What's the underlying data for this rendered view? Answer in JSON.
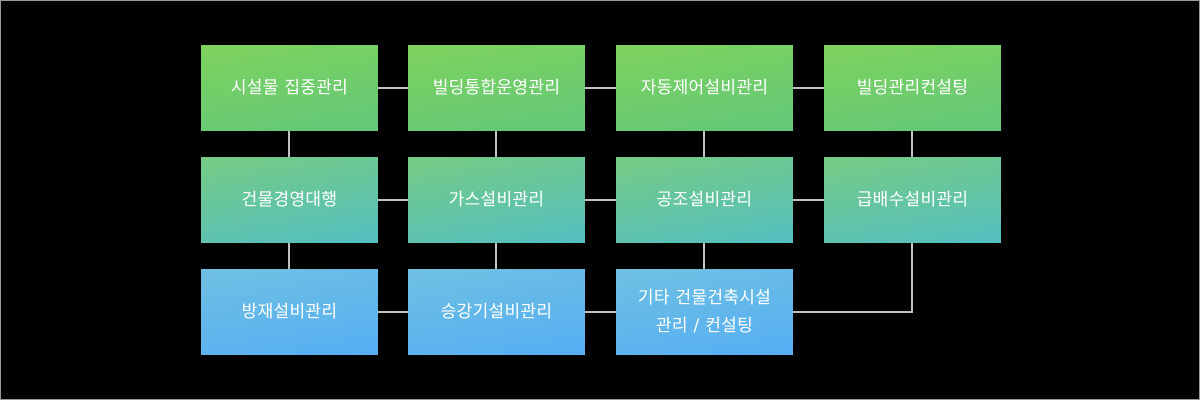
{
  "frame": {
    "background_color": "#000000",
    "border_color": "#989898"
  },
  "diagram": {
    "type": "org-grid-diagram",
    "line_color": "#c0c0c0",
    "text_color": "#ffffff",
    "rows": [
      {
        "gradient_top": "#7ed35d",
        "gradient_bottom": "#63c77a",
        "items": [
          {
            "label": "시설물 집중관리"
          },
          {
            "label": "빌딩통합운영관리"
          },
          {
            "label": "자동제어설비관리"
          },
          {
            "label": "빌딩관리컨설팅"
          }
        ]
      },
      {
        "gradient_top": "#76cb83",
        "gradient_bottom": "#54bfc1",
        "items": [
          {
            "label": "건물경영대행"
          },
          {
            "label": "가스설비관리"
          },
          {
            "label": "공조설비관리"
          },
          {
            "label": "급배수설비관리"
          }
        ]
      },
      {
        "gradient_top": "#6fc0e2",
        "gradient_bottom": "#55aef3",
        "items": [
          {
            "label": "방재설비관리"
          },
          {
            "label": "승강기설비관리"
          },
          {
            "label_line1": "기타 건물건축시설",
            "label_line2": "관리 / 컨설팅"
          }
        ]
      }
    ]
  }
}
